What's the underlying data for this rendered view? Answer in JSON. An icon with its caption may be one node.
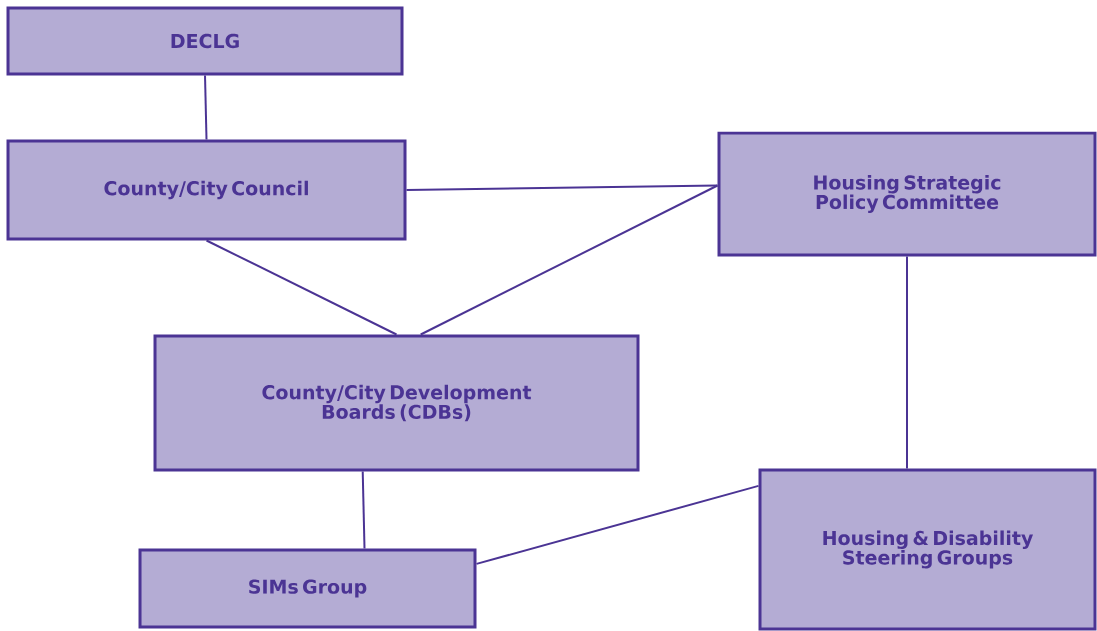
{
  "diagram": {
    "nodes": [
      {
        "text": [
          "DECLG"
        ]
      },
      {
        "text": [
          "County/City Council"
        ]
      },
      {
        "text": [
          "Housing Strategic Policy Committee"
        ]
      },
      {
        "text": [
          "County/City Development Boards (CDBs)"
        ]
      },
      {
        "text": [
          "SIMs Group"
        ]
      },
      {
        "text": [
          "Housing & Disability Steering Groups"
        ]
      }
    ],
    "edges": [
      {
        "from": 0,
        "to": 1,
        "arrow": "none"
      },
      {
        "from": 1,
        "to": 2,
        "arrow": "none"
      },
      {
        "from": 3,
        "to": 2,
        "arrow": "none"
      },
      {
        "from": 1,
        "to": 3,
        "arrow": "none"
      },
      {
        "from": 3,
        "to": 4,
        "arrow": "none"
      },
      {
        "from": 2,
        "to": 5,
        "arrow": "none"
      },
      {
        "from": 4,
        "to": 5,
        "arrow": "none"
      }
    ]
  }
}
